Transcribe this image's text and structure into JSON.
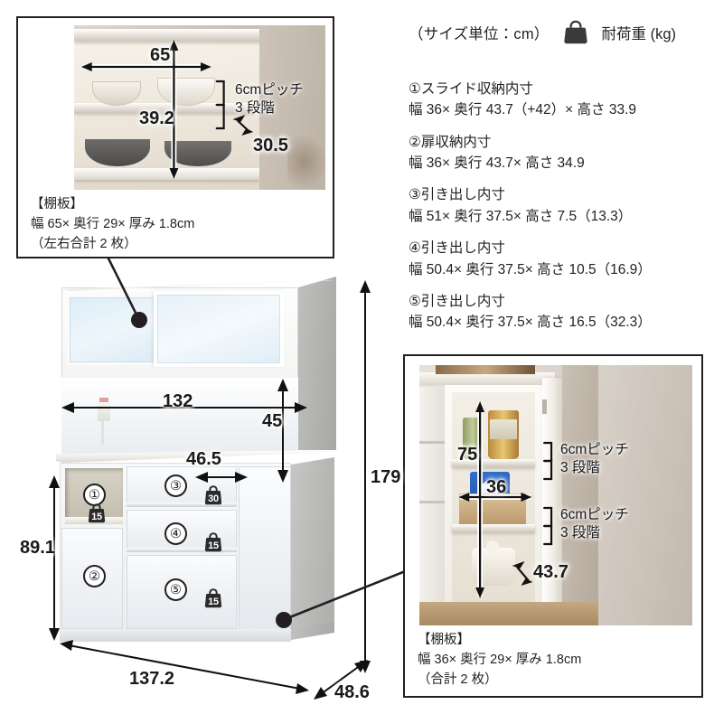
{
  "header": {
    "size_unit": "（サイズ単位：cm）",
    "load_label": "耐荷重 (kg)",
    "bag_icon": "bag-icon"
  },
  "spec_list": [
    {
      "no": "①",
      "title": "①スライド収納内寸",
      "dims": "幅 36× 奥行 43.7（+42）× 高さ 33.9"
    },
    {
      "no": "②",
      "title": "②扉収納内寸",
      "dims": "幅 36× 奥行 43.7× 高さ 34.9"
    },
    {
      "no": "③",
      "title": "③引き出し内寸",
      "dims": "幅 51× 奥行 37.5× 高さ 7.5（13.3）"
    },
    {
      "no": "④",
      "title": "④引き出し内寸",
      "dims": "幅 50.4× 奥行 37.5× 高さ 10.5（16.9）"
    },
    {
      "no": "⑤",
      "title": "⑤引き出し内寸",
      "dims": "幅 50.4× 奥行 37.5× 高さ 16.5（32.3）"
    }
  ],
  "inset_top_left": {
    "name": "upper-cabinet-shelf-photo",
    "dims": {
      "width": "65",
      "height": "39.2",
      "depth": "30.5"
    },
    "pitch_line1": "6cmピッチ",
    "pitch_line2": "3 段階",
    "caption_title": "【棚板】",
    "caption_dims": "幅 65× 奥行 29× 厚み 1.8cm",
    "caption_note": "（左右合計 2 枚）"
  },
  "inset_bottom_right": {
    "name": "door-storage-photo",
    "dims": {
      "height": "75",
      "width": "36",
      "depth": "43.7"
    },
    "pitch_upper_line1": "6cmピッチ",
    "pitch_upper_line2": "3 段階",
    "pitch_lower_line1": "6cmピッチ",
    "pitch_lower_line2": "3 段階",
    "caption_title": "【棚板】",
    "caption_dims": "幅 36× 奥行 29× 厚み 1.8cm",
    "caption_note": "（合計 2 枚）"
  },
  "product": {
    "name": "kitchen-board",
    "dimensions": {
      "upper_width": "132",
      "upper_height": "45",
      "counter_depth": "46.5",
      "lower_height": "89.1",
      "total_height": "179",
      "total_width": "137.2",
      "total_depth": "48.6"
    },
    "compartments": [
      {
        "no": "①",
        "weight": "15"
      },
      {
        "no": "②",
        "weight": ""
      },
      {
        "no": "③",
        "weight": "30"
      },
      {
        "no": "④",
        "weight": "15"
      },
      {
        "no": "⑤",
        "weight": "15"
      }
    ]
  },
  "colors": {
    "ink": "#231f20",
    "badge_fill": "#2b2b2b",
    "cabinet": "#f2f0ec"
  }
}
